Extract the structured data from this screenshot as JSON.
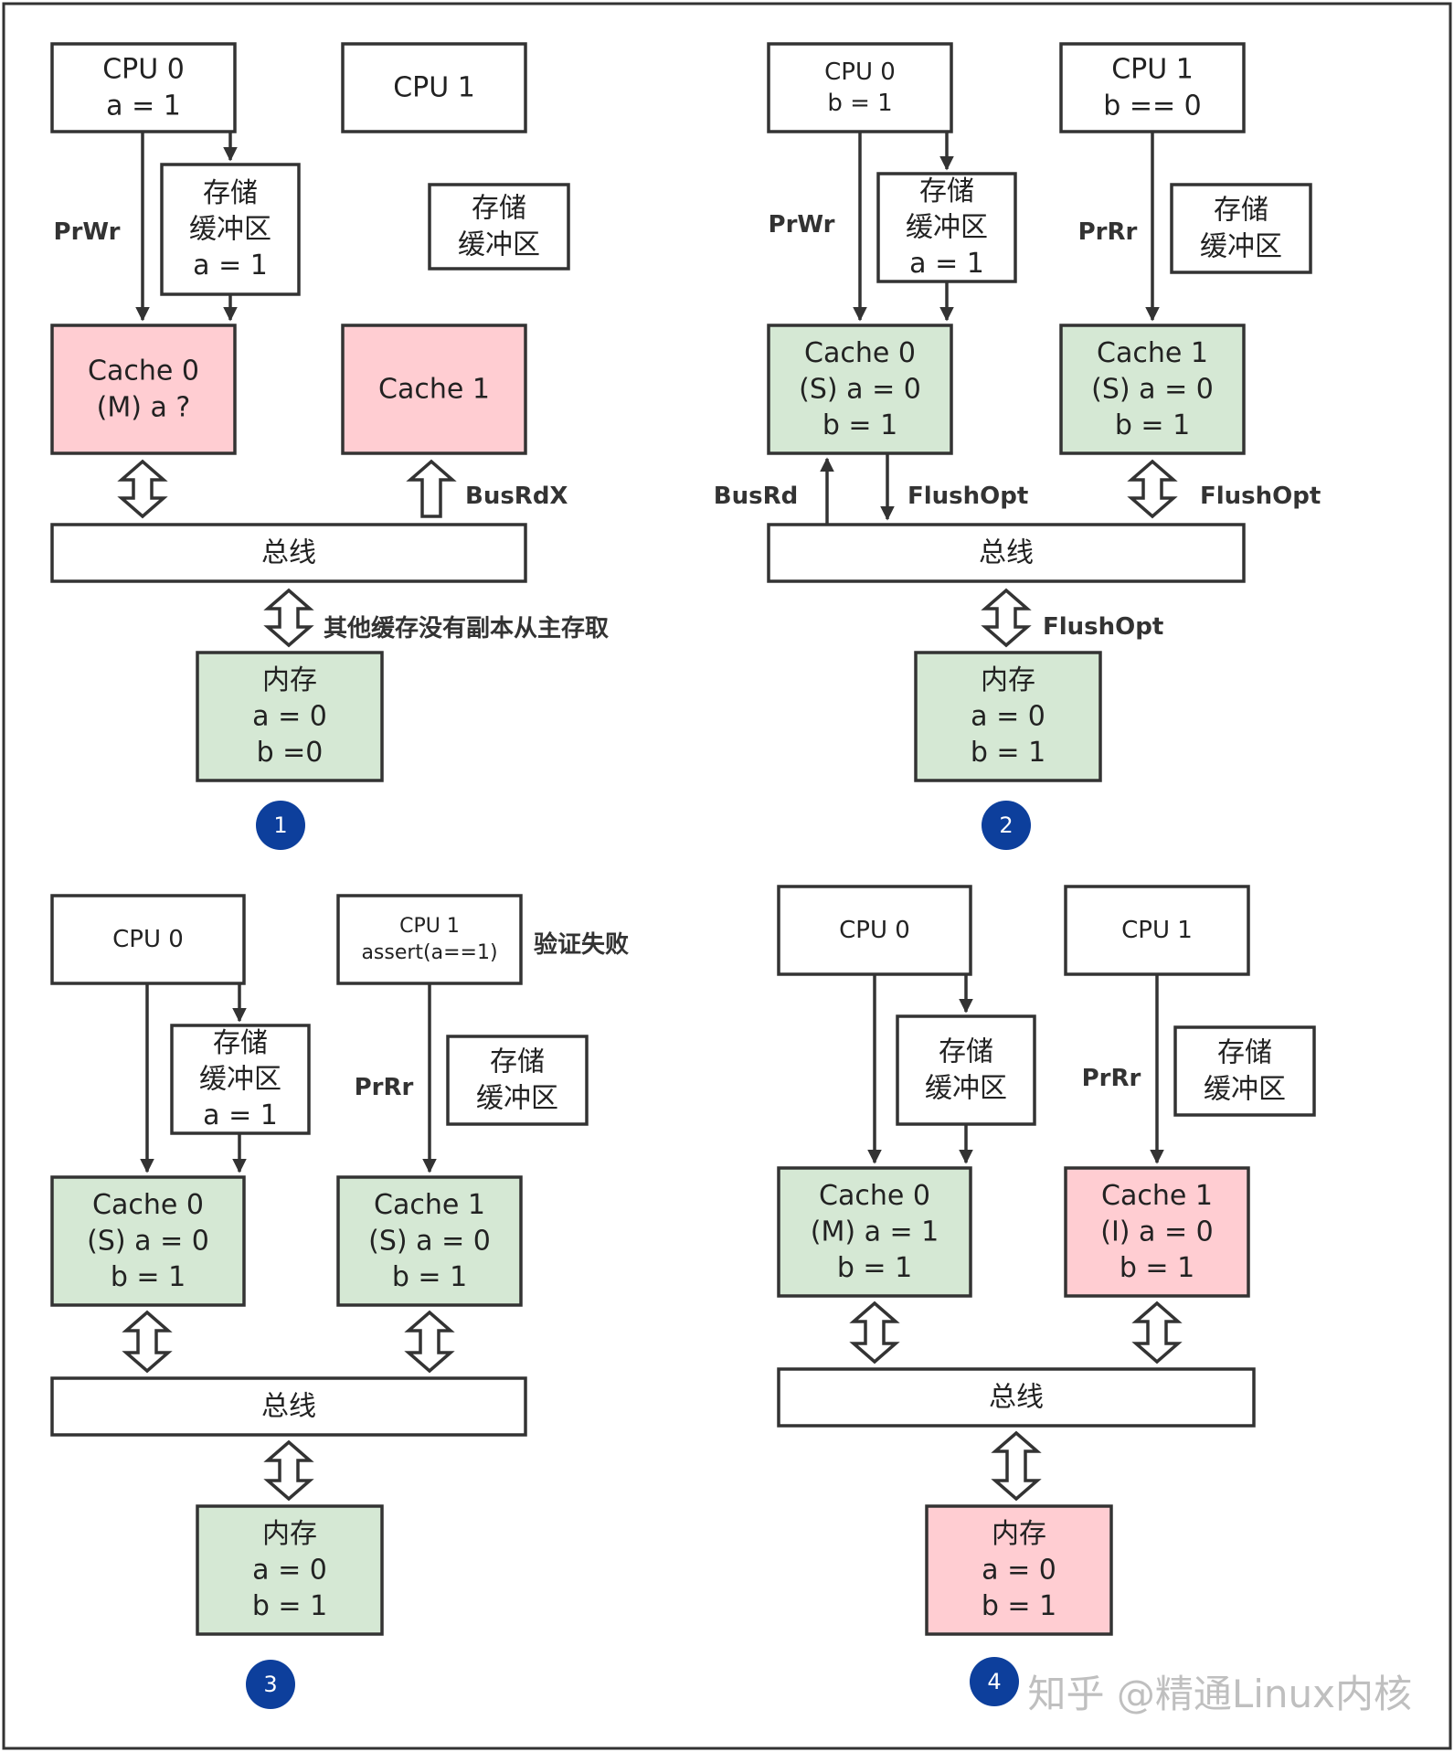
{
  "colors": {
    "line": "#333333",
    "box_fill": "#ffffff",
    "green": "#d5e8d4",
    "pink": "#ffcdd2",
    "badge": "#0d3f9c",
    "badge_text": "#ffffff",
    "watermark": "#b8b8b8"
  },
  "panels": [
    {
      "badge": "1",
      "boxes": [
        {
          "id": "cpu0",
          "kind": "cpu",
          "fill": "white",
          "lines": [
            "CPU 0",
            "a = 1"
          ]
        },
        {
          "id": "sb0",
          "kind": "store-buffer",
          "fill": "white",
          "lines": [
            "存储",
            "缓冲区",
            "a = 1"
          ]
        },
        {
          "id": "cpu1",
          "kind": "cpu",
          "fill": "white",
          "lines": [
            "CPU 1"
          ]
        },
        {
          "id": "sb1",
          "kind": "store-buffer",
          "fill": "white",
          "lines": [
            "存储",
            "缓冲区"
          ]
        },
        {
          "id": "cache0",
          "kind": "cache",
          "fill": "pink",
          "lines": [
            "Cache 0",
            "(M) a ?"
          ]
        },
        {
          "id": "cache1",
          "kind": "cache",
          "fill": "pink",
          "lines": [
            "Cache 1"
          ]
        },
        {
          "id": "bus",
          "kind": "bus",
          "fill": "white",
          "lines": [
            "总线"
          ]
        },
        {
          "id": "mem",
          "kind": "memory",
          "fill": "green",
          "lines": [
            "内存",
            "a = 0",
            "b =0"
          ]
        }
      ],
      "labels": [
        {
          "id": "op-prwr",
          "text": "PrWr"
        },
        {
          "id": "op-busrdx",
          "text": "BusRdX"
        },
        {
          "id": "note-mem",
          "text": "其他缓存没有副本从主存取"
        }
      ]
    },
    {
      "badge": "2",
      "boxes": [
        {
          "id": "cpu0",
          "kind": "cpu",
          "fill": "white",
          "lines": [
            "CPU 0",
            "b = 1"
          ]
        },
        {
          "id": "sb0",
          "kind": "store-buffer",
          "fill": "white",
          "lines": [
            "存储",
            "缓冲区",
            "a = 1"
          ]
        },
        {
          "id": "cpu1",
          "kind": "cpu",
          "fill": "white",
          "lines": [
            "CPU 1",
            "b == 0"
          ]
        },
        {
          "id": "sb1",
          "kind": "store-buffer",
          "fill": "white",
          "lines": [
            "存储",
            "缓冲区"
          ]
        },
        {
          "id": "cache0",
          "kind": "cache",
          "fill": "green",
          "lines": [
            "Cache 0",
            "(S) a = 0",
            "b = 1"
          ]
        },
        {
          "id": "cache1",
          "kind": "cache",
          "fill": "green",
          "lines": [
            "Cache 1",
            "(S) a = 0",
            "b = 1"
          ]
        },
        {
          "id": "bus",
          "kind": "bus",
          "fill": "white",
          "lines": [
            "总线"
          ]
        },
        {
          "id": "mem",
          "kind": "memory",
          "fill": "green",
          "lines": [
            "内存",
            "a = 0",
            "b = 1"
          ]
        }
      ],
      "labels": [
        {
          "id": "op-prwr",
          "text": "PrWr"
        },
        {
          "id": "op-prrr",
          "text": "PrRr"
        },
        {
          "id": "op-busrd",
          "text": "BusRd"
        },
        {
          "id": "op-flushopt-a",
          "text": "FlushOpt"
        },
        {
          "id": "op-flushopt-b",
          "text": "FlushOpt"
        },
        {
          "id": "op-flushopt-c",
          "text": "FlushOpt"
        }
      ]
    },
    {
      "badge": "3",
      "boxes": [
        {
          "id": "cpu0",
          "kind": "cpu",
          "fill": "white",
          "lines": [
            "CPU 0"
          ]
        },
        {
          "id": "sb0",
          "kind": "store-buffer",
          "fill": "white",
          "lines": [
            "存储",
            "缓冲区",
            "a = 1"
          ]
        },
        {
          "id": "cpu1",
          "kind": "cpu",
          "fill": "white",
          "lines": [
            "CPU 1",
            "assert(a==1)"
          ]
        },
        {
          "id": "sb1",
          "kind": "store-buffer",
          "fill": "white",
          "lines": [
            "存储",
            "缓冲区"
          ]
        },
        {
          "id": "cache0",
          "kind": "cache",
          "fill": "green",
          "lines": [
            "Cache 0",
            "(S) a = 0",
            "b = 1"
          ]
        },
        {
          "id": "cache1",
          "kind": "cache",
          "fill": "green",
          "lines": [
            "Cache 1",
            "(S) a = 0",
            "b = 1"
          ]
        },
        {
          "id": "bus",
          "kind": "bus",
          "fill": "white",
          "lines": [
            "总线"
          ]
        },
        {
          "id": "mem",
          "kind": "memory",
          "fill": "green",
          "lines": [
            "内存",
            "a = 0",
            "b = 1"
          ]
        }
      ],
      "labels": [
        {
          "id": "op-prrr",
          "text": "PrRr"
        },
        {
          "id": "note-fail",
          "text": "验证失败"
        }
      ]
    },
    {
      "badge": "4",
      "boxes": [
        {
          "id": "cpu0",
          "kind": "cpu",
          "fill": "white",
          "lines": [
            "CPU 0"
          ]
        },
        {
          "id": "sb0",
          "kind": "store-buffer",
          "fill": "white",
          "lines": [
            "存储",
            "缓冲区"
          ]
        },
        {
          "id": "cpu1",
          "kind": "cpu",
          "fill": "white",
          "lines": [
            "CPU 1"
          ]
        },
        {
          "id": "sb1",
          "kind": "store-buffer",
          "fill": "white",
          "lines": [
            "存储",
            "缓冲区"
          ]
        },
        {
          "id": "cache0",
          "kind": "cache",
          "fill": "green",
          "lines": [
            "Cache 0",
            "(M) a = 1",
            "b = 1"
          ]
        },
        {
          "id": "cache1",
          "kind": "cache",
          "fill": "pink",
          "lines": [
            "Cache 1",
            "(I) a = 0",
            "b = 1"
          ]
        },
        {
          "id": "bus",
          "kind": "bus",
          "fill": "white",
          "lines": [
            "总线"
          ]
        },
        {
          "id": "mem",
          "kind": "memory",
          "fill": "pink",
          "lines": [
            "内存",
            "a = 0",
            "b = 1"
          ]
        }
      ],
      "labels": [
        {
          "id": "op-prrr",
          "text": "PrRr"
        }
      ]
    }
  ],
  "watermark": "知乎 @精通Linux内核"
}
